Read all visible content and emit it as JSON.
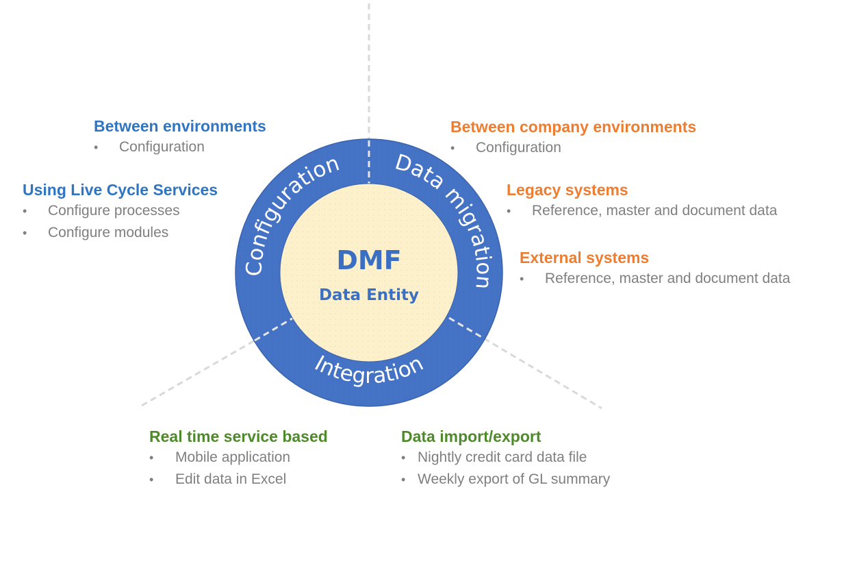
{
  "center": {
    "title": "DMF",
    "subtitle": "Data Entity"
  },
  "ring": {
    "segments": [
      {
        "label": "Configuration"
      },
      {
        "label": "Data migration"
      },
      {
        "label": "Integration"
      }
    ]
  },
  "colors": {
    "ring": "#4472c4",
    "core": "#fdf1cb",
    "center_text": "#3a6fc4",
    "divider": "#d9d9d9",
    "heading_blue": "#2f75c2",
    "heading_orange": "#ed7d31",
    "heading_green": "#4e8a2c",
    "bullet_text": "#7f7f7f"
  },
  "configuration": {
    "groups": [
      {
        "heading": "Between environments",
        "items": [
          "Configuration"
        ]
      },
      {
        "heading": "Using Live Cycle Services",
        "items": [
          "Configure processes",
          "Configure modules"
        ]
      }
    ]
  },
  "data_migration": {
    "groups": [
      {
        "heading": "Between company environments",
        "items": [
          "Configuration"
        ]
      },
      {
        "heading": "Legacy systems",
        "items": [
          "Reference, master and document data"
        ]
      },
      {
        "heading": "External systems",
        "items": [
          "Reference, master and document data"
        ]
      }
    ]
  },
  "integration": {
    "groups": [
      {
        "heading": "Real time service based",
        "items": [
          "Mobile application",
          "Edit data in Excel"
        ]
      },
      {
        "heading": "Data import/export",
        "items": [
          "Nightly credit card data file",
          "Weekly export of GL summary"
        ]
      }
    ]
  },
  "bullet_glyph": "•"
}
